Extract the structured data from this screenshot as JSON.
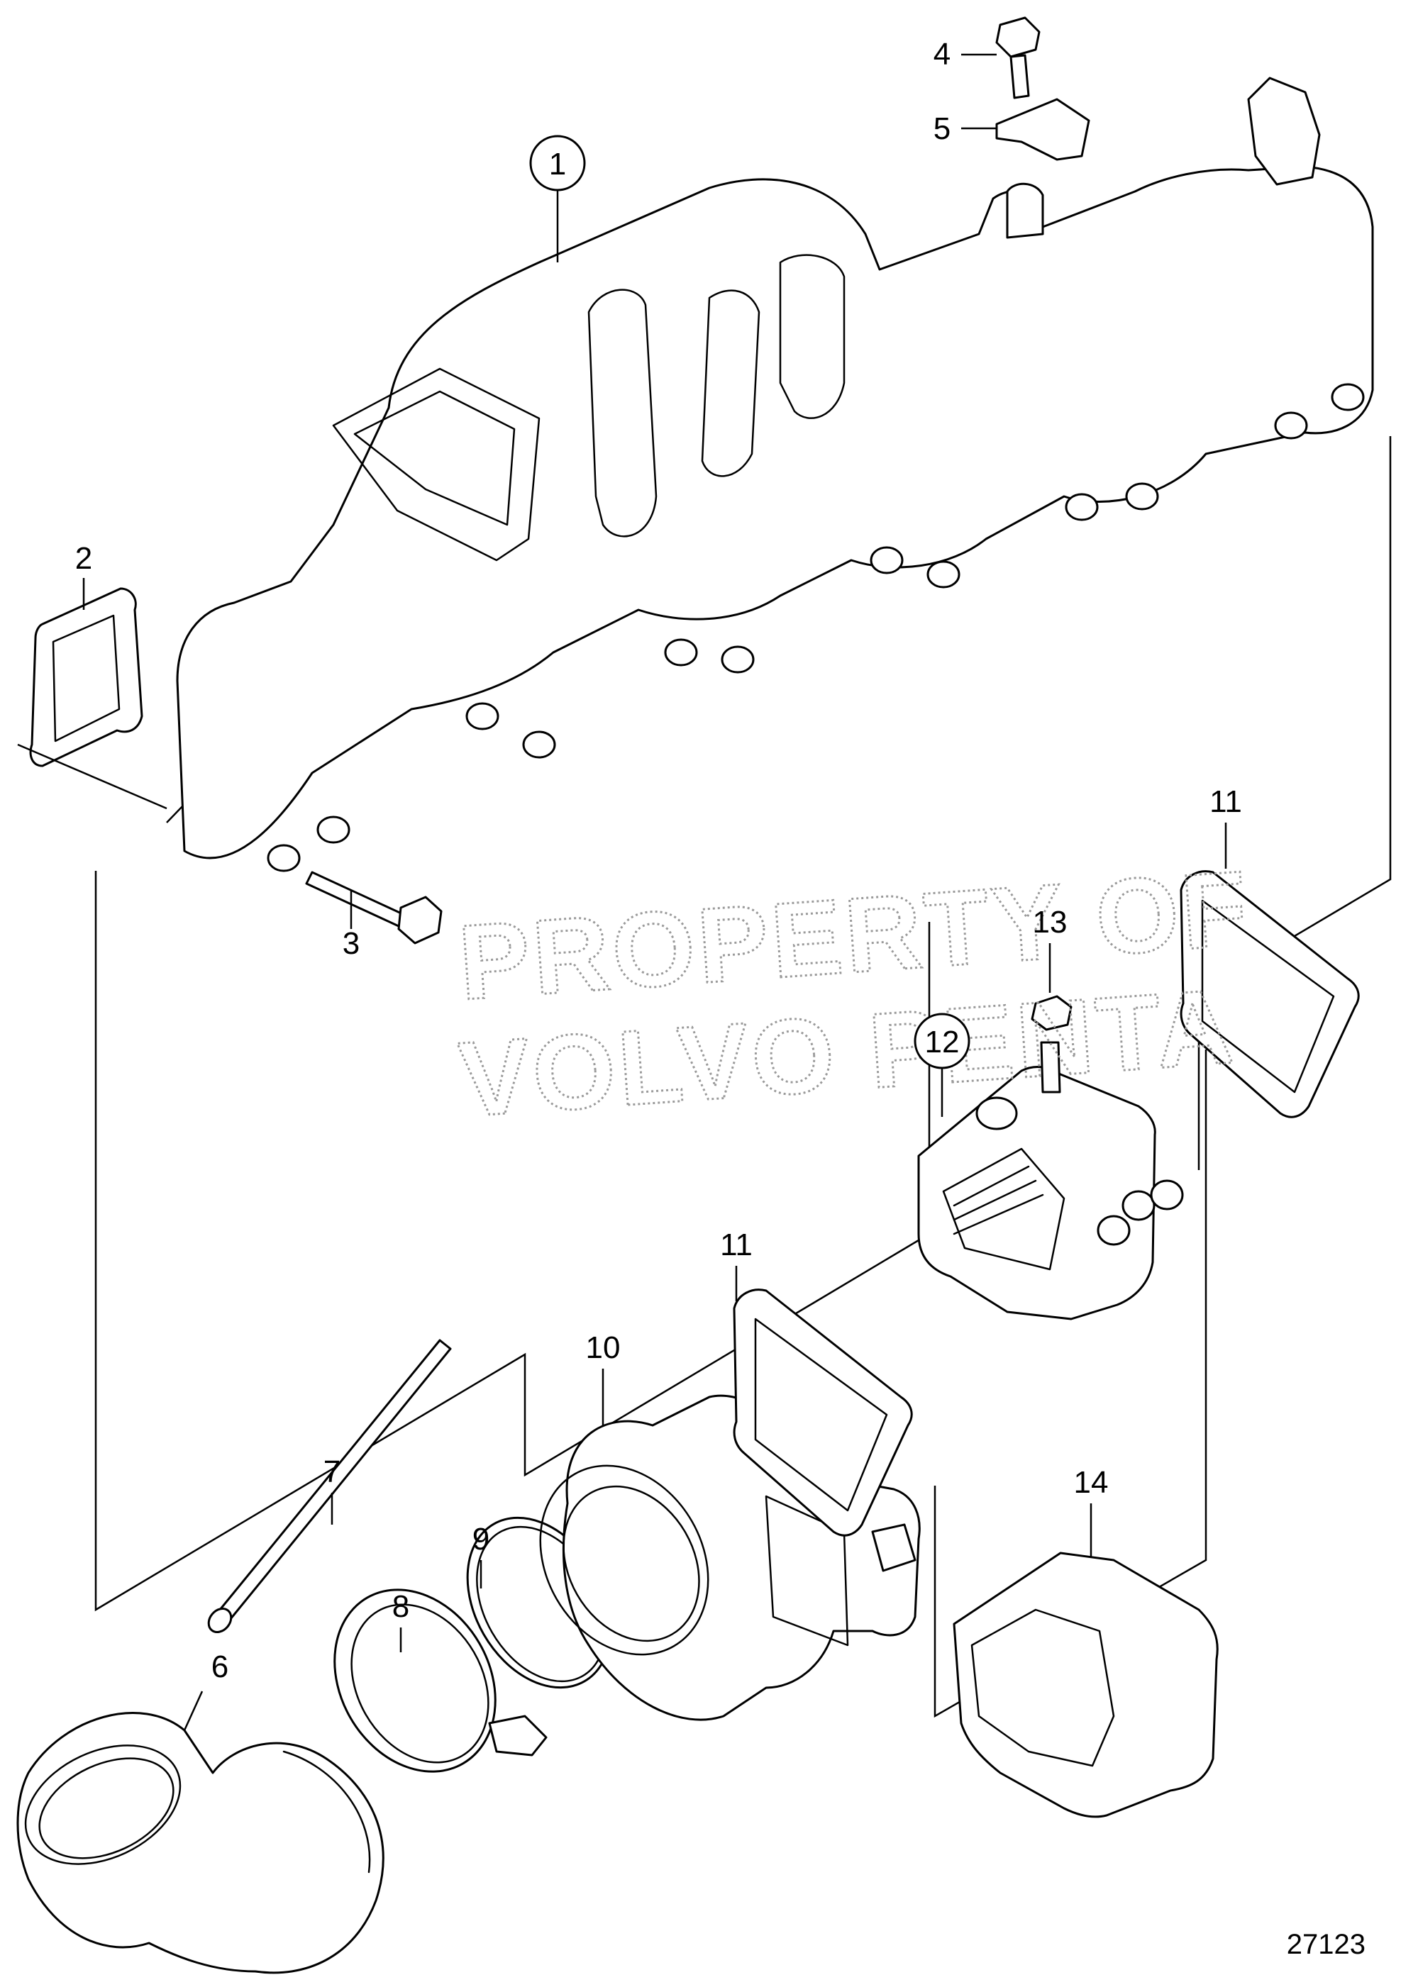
{
  "diagram": {
    "callouts": [
      {
        "id": "1",
        "circled": true
      },
      {
        "id": "2",
        "circled": false
      },
      {
        "id": "3",
        "circled": false
      },
      {
        "id": "4",
        "circled": false
      },
      {
        "id": "5",
        "circled": false
      },
      {
        "id": "6",
        "circled": false
      },
      {
        "id": "7",
        "circled": false
      },
      {
        "id": "8",
        "circled": false
      },
      {
        "id": "9",
        "circled": false
      },
      {
        "id": "10",
        "circled": false
      },
      {
        "id": "11",
        "circled": false
      },
      {
        "id": "11",
        "circled": false
      },
      {
        "id": "12",
        "circled": true
      },
      {
        "id": "13",
        "circled": false
      },
      {
        "id": "14",
        "circled": false
      }
    ],
    "watermark": {
      "line1": "PROPERTY OF",
      "line2": "VOLVO PENTA"
    },
    "reference_number": "27123"
  }
}
